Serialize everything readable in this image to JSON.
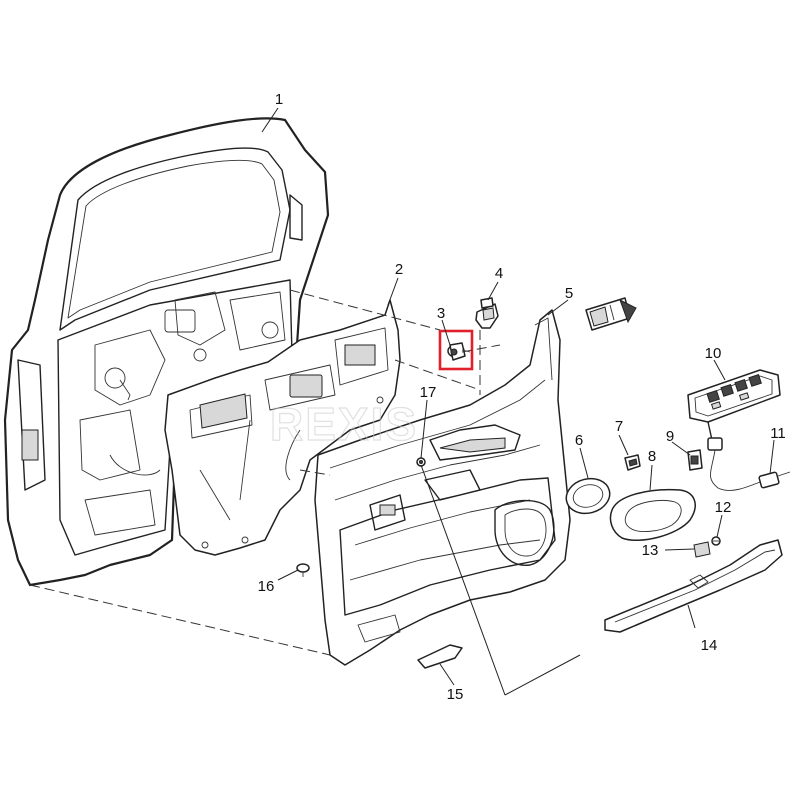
{
  "callouts": [
    {
      "id": "1",
      "label": "1"
    },
    {
      "id": "2",
      "label": "2"
    },
    {
      "id": "3",
      "label": "3"
    },
    {
      "id": "4",
      "label": "4"
    },
    {
      "id": "5",
      "label": "5"
    },
    {
      "id": "6",
      "label": "6"
    },
    {
      "id": "7",
      "label": "7"
    },
    {
      "id": "8",
      "label": "8"
    },
    {
      "id": "9",
      "label": "9"
    },
    {
      "id": "10",
      "label": "10"
    },
    {
      "id": "11",
      "label": "11"
    },
    {
      "id": "12",
      "label": "12"
    },
    {
      "id": "13",
      "label": "13"
    },
    {
      "id": "14",
      "label": "14"
    },
    {
      "id": "15",
      "label": "15"
    },
    {
      "id": "16",
      "label": "16"
    },
    {
      "id": "17",
      "label": "17"
    }
  ],
  "highlight": {
    "part": "3",
    "color": "#e0202a"
  },
  "colors": {
    "line": "#222222",
    "background": "#ffffff",
    "watermark": "#c8c8c8"
  }
}
